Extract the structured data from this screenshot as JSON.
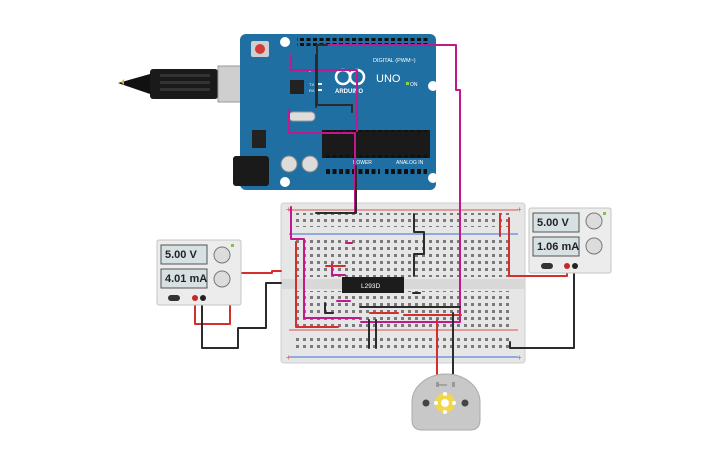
{
  "arduino": {
    "brand": "ARDUINO",
    "model": "UNO",
    "digital_label": "DIGITAL (PWM~)",
    "power_label": "POWER",
    "analog_label": "ANALOG IN",
    "on_label": "ON",
    "tx_label": "TX",
    "rx_label": "RX",
    "l_label": "L"
  },
  "chip": {
    "label": "L293D"
  },
  "psu_left": {
    "voltage": "5.00 V",
    "current": "4.01 mA"
  },
  "psu_right": {
    "voltage": "5.00 V",
    "current": "1.06 mA"
  },
  "motor": {
    "label": "motor"
  },
  "colors": {
    "arduino_board": "#1f6fa3",
    "breadboard": "#e6e6e6",
    "wire_magenta": "#c2188b",
    "wire_red": "#d32f2f",
    "wire_black": "#2b2b2b",
    "psu_body": "#e8e8e8",
    "motor_body": "#c8c8c8",
    "motor_hub": "#f2d64b"
  }
}
